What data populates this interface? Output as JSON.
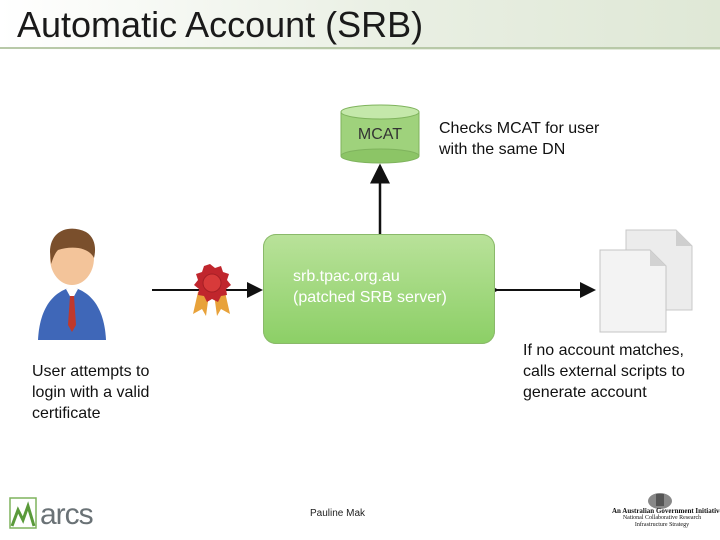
{
  "slide": {
    "title": "Automatic Account (SRB)"
  },
  "mcat": {
    "label": "MCAT",
    "note_lines": [
      "Checks MCAT for user",
      "with the same DN"
    ]
  },
  "server": {
    "lines": [
      "srb.tpac.org.au",
      "(patched SRB server)"
    ]
  },
  "user": {
    "note_lines": [
      "User attempts to",
      "login with a valid",
      "certificate"
    ]
  },
  "scripts": {
    "note_lines": [
      "If no account matches,",
      "calls external scripts to",
      "generate account"
    ]
  },
  "footer": {
    "author": "Pauline Mak",
    "arcs_logo_text": "arcs",
    "gov_logo_lines": [
      "An Australian Government Initiative",
      "National Collaborative Research",
      "Infrastructure Strategy"
    ]
  },
  "colors": {
    "server_fill": "#9fd97a",
    "cylinder_fill": "#a3d97f",
    "arrow": "#111111"
  }
}
